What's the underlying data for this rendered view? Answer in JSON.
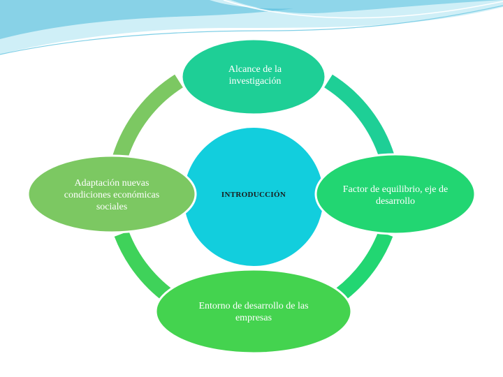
{
  "diagram": {
    "center": {
      "label": "INTRODUCCIÓN",
      "color": "#12CEDD"
    },
    "nodes": {
      "top": {
        "label": "Alcance de la investigación",
        "color": "#1ECF96"
      },
      "left": {
        "label": "Adaptación nuevas condiciones económicas sociales",
        "color": "#7CC862"
      },
      "right": {
        "label": "Factor de equilibrio, eje de desarrollo",
        "color": "#22D672"
      },
      "bottom": {
        "label": "Entorno de desarrollo de las empresas",
        "color": "#44D34F"
      }
    },
    "arcs": {
      "top_left": "#7CC862",
      "top_right": "#1ECF96",
      "bottom_left": "#3FD25A",
      "bottom_right": "#22D672"
    }
  },
  "decor": {
    "wave_light": "#CFEFF7",
    "wave_mid": "#8FD6EA",
    "wave_dark": "#4FB9DA"
  }
}
